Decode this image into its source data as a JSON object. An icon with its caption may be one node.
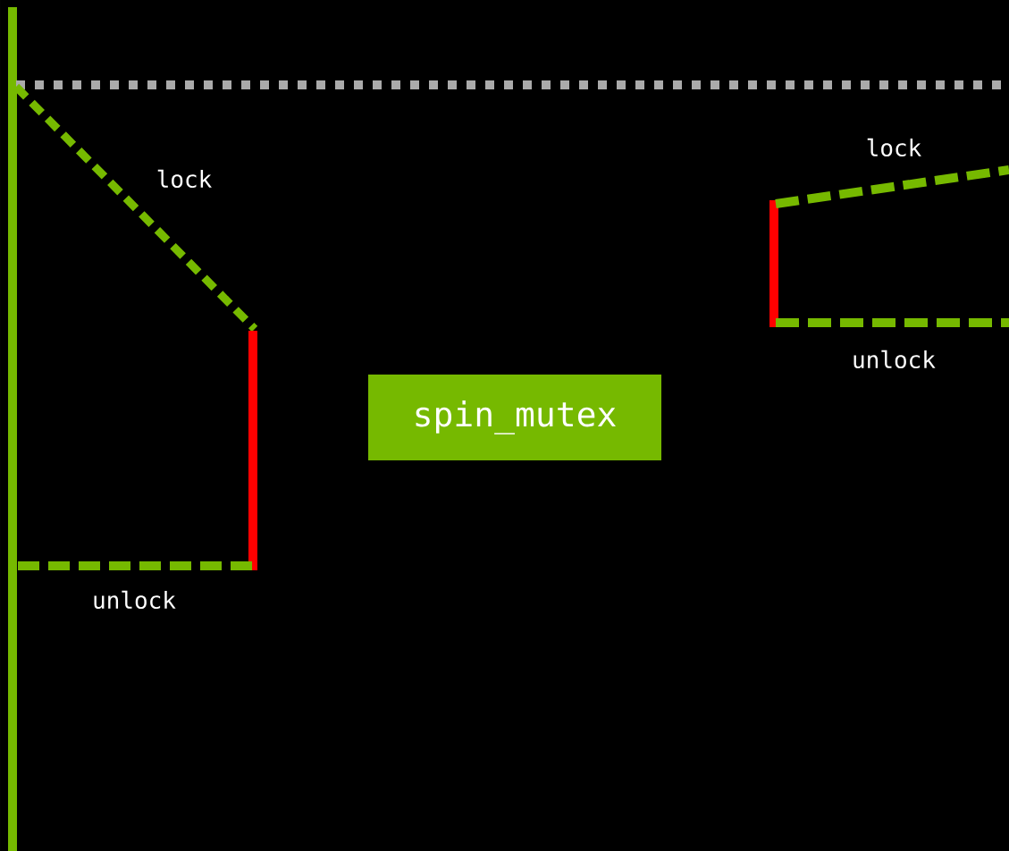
{
  "diagram": {
    "nodes": [
      {
        "text": [
          "spin_mutex"
        ]
      }
    ],
    "labels": [
      "lock",
      "unlock",
      "lock",
      "unlock"
    ]
  }
}
